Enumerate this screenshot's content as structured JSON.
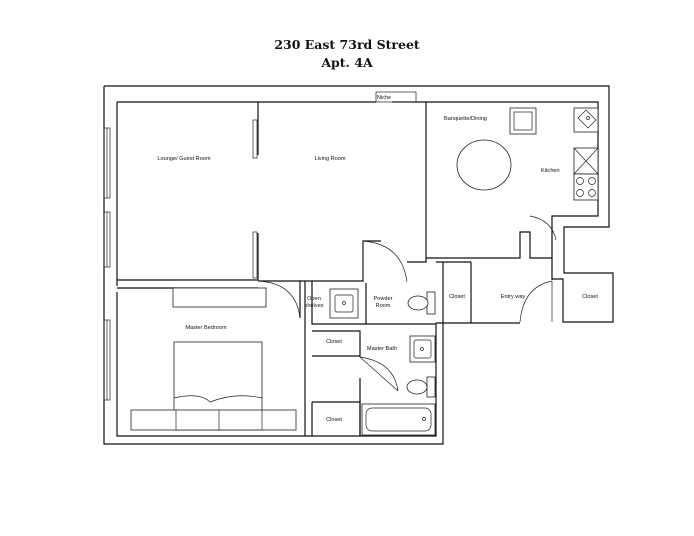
{
  "title": {
    "line1": "230 East 73rd Street",
    "line2": "Apt. 4A"
  },
  "rooms": {
    "niche": "Niche",
    "banquette": "Banquette/Dining",
    "kitchen": "Kitchen",
    "lounge": "Lounge/ Guest Room",
    "living": "Living Room",
    "open_shelves_1": "Open",
    "open_shelves_2": "shelves",
    "powder_1": "Powder",
    "powder_2": "Room",
    "closet_entry": "Closet",
    "entry": "Entry way",
    "closet_right": "Closet",
    "master_bedroom": "Master Bedroom",
    "closet_bath": "Closet",
    "master_bath": "Master Bath",
    "closet_bottom": "Closet"
  }
}
